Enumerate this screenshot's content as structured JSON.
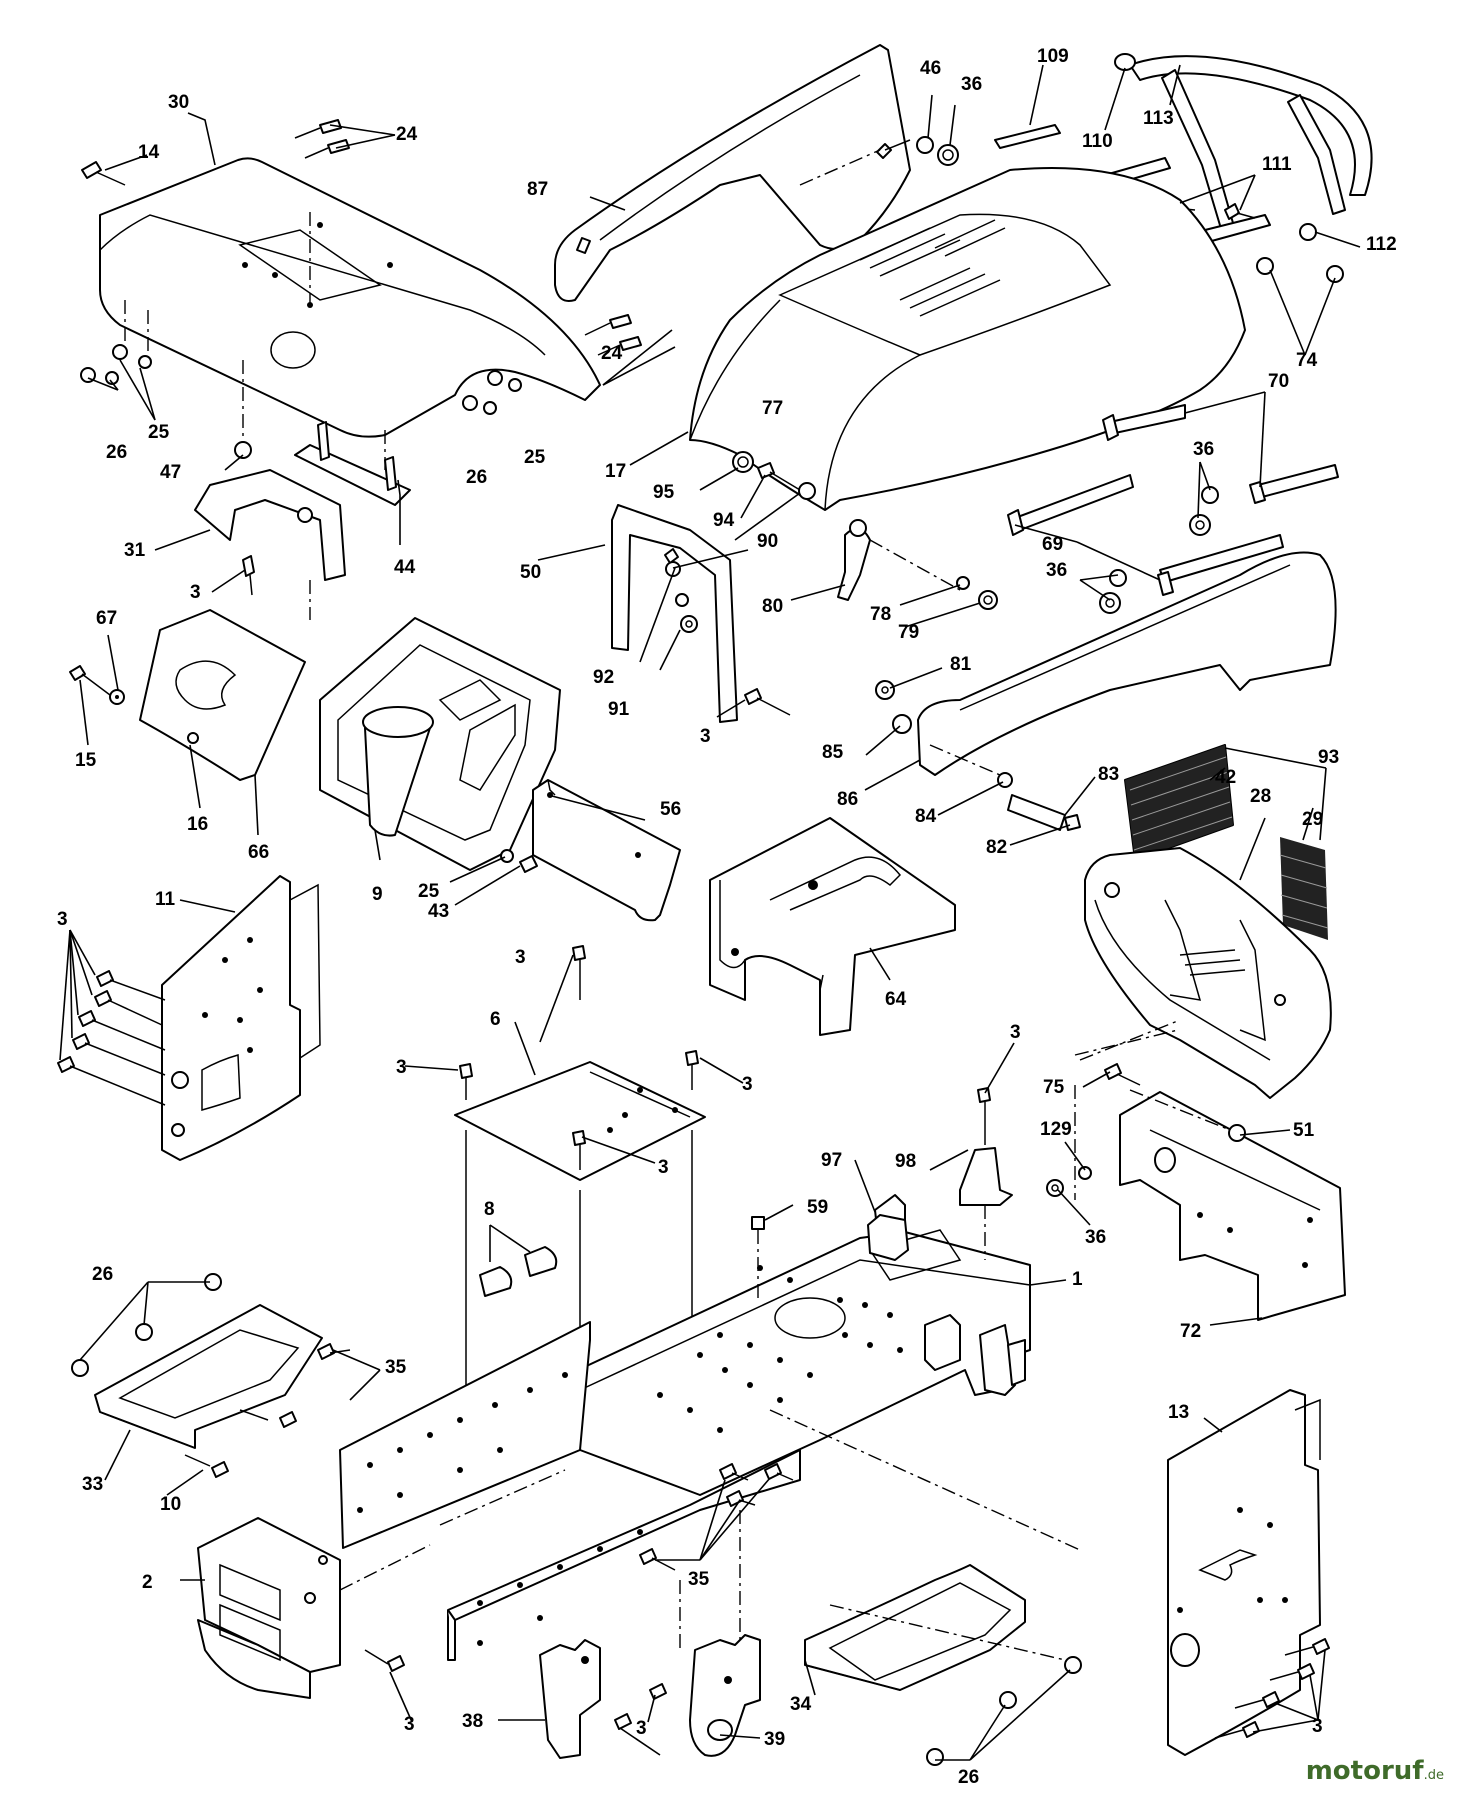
{
  "watermark": {
    "text": "motoruf",
    "suffix": ".de",
    "color": "#3f6b2a"
  },
  "callouts": {
    "c1": "1",
    "c2": "2",
    "c3": "3",
    "c6": "6",
    "c8": "8",
    "c9": "9",
    "c10": "10",
    "c11": "11",
    "c13": "13",
    "c14": "14",
    "c15": "15",
    "c16": "16",
    "c17": "17",
    "c24": "24",
    "c25": "25",
    "c26": "26",
    "c28": "28",
    "c29": "29",
    "c30": "30",
    "c31": "31",
    "c33": "33",
    "c34": "34",
    "c35": "35",
    "c36": "36",
    "c38": "38",
    "c39": "39",
    "c42": "42",
    "c43": "43",
    "c44": "44",
    "c46": "46",
    "c47": "47",
    "c50": "50",
    "c51": "51",
    "c56": "56",
    "c59": "59",
    "c64": "64",
    "c66": "66",
    "c67": "67",
    "c69": "69",
    "c70": "70",
    "c72": "72",
    "c74": "74",
    "c75": "75",
    "c77": "77",
    "c78": "78",
    "c79": "79",
    "c80": "80",
    "c81": "81",
    "c82": "82",
    "c83": "83",
    "c84": "84",
    "c85": "85",
    "c86": "86",
    "c87": "87",
    "c90": "90",
    "c91": "91",
    "c92": "92",
    "c93": "93",
    "c94": "94",
    "c95": "95",
    "c97": "97",
    "c98": "98",
    "c109": "109",
    "c110": "110",
    "c111": "111",
    "c112": "112",
    "c113": "113",
    "c129": "129"
  }
}
